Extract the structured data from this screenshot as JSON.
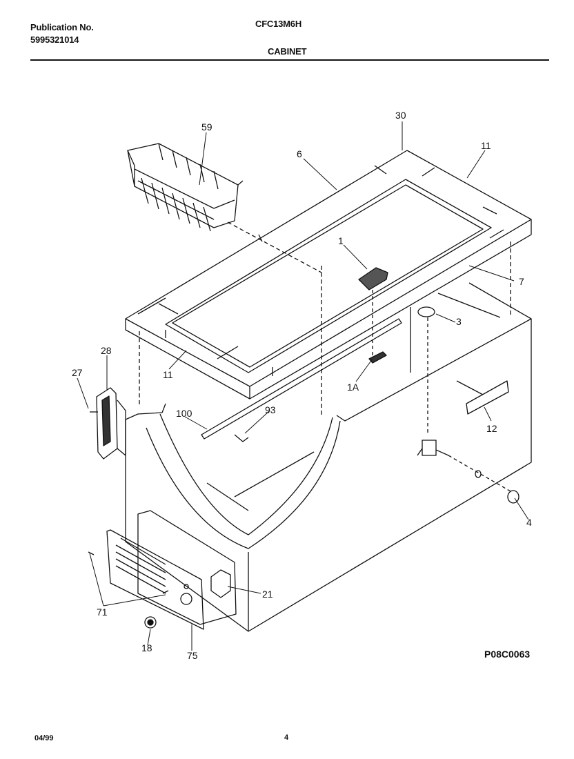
{
  "header": {
    "publication_label": "Publication No.",
    "publication_number": "5995321014",
    "model": "CFC13M6H",
    "section": "CABINET"
  },
  "diagram": {
    "code": "P08C0063",
    "callouts": {
      "c59": "59",
      "c30": "30",
      "c6": "6",
      "c11a": "11",
      "c11b": "11",
      "c1": "1",
      "c7": "7",
      "c3": "3",
      "c1a": "1A",
      "c28": "28",
      "c27": "27",
      "c100": "100",
      "c93": "93",
      "c12": "12",
      "c4": "4",
      "c21": "21",
      "c71": "71",
      "c18": "18",
      "c75": "75"
    }
  },
  "footer": {
    "date": "04/99",
    "page": "4"
  }
}
